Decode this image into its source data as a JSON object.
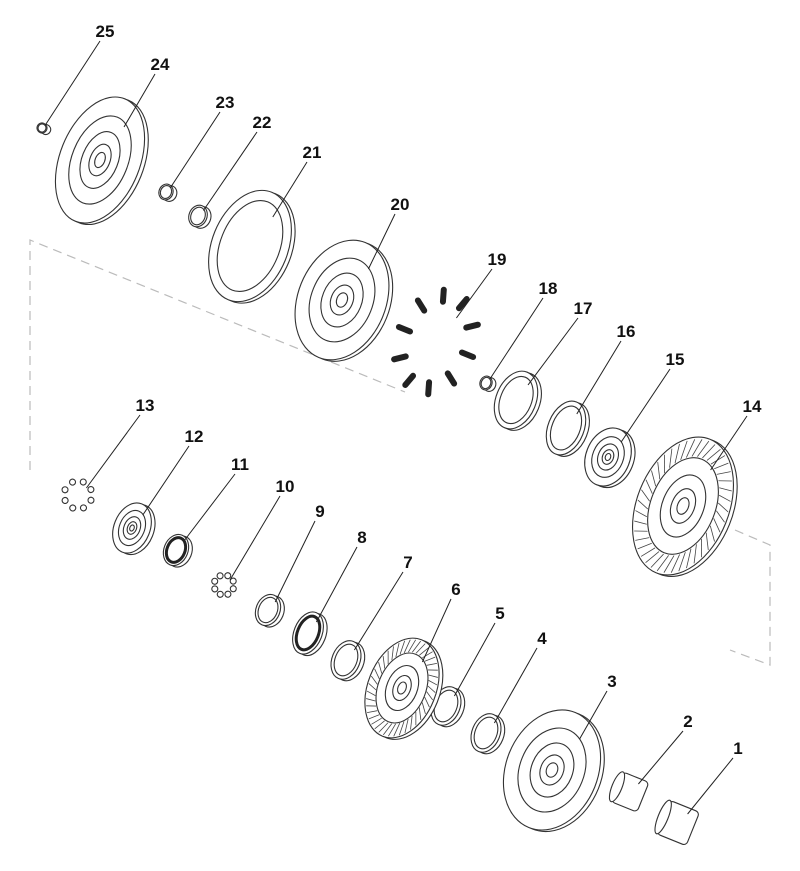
{
  "diagram": {
    "type": "exploded-parts-view",
    "callouts": [
      "1",
      "2",
      "3",
      "4",
      "5",
      "6",
      "7",
      "8",
      "9",
      "10",
      "11",
      "12",
      "13",
      "14",
      "15",
      "16",
      "17",
      "18",
      "19",
      "20",
      "21",
      "22",
      "23",
      "24",
      "25"
    ]
  }
}
